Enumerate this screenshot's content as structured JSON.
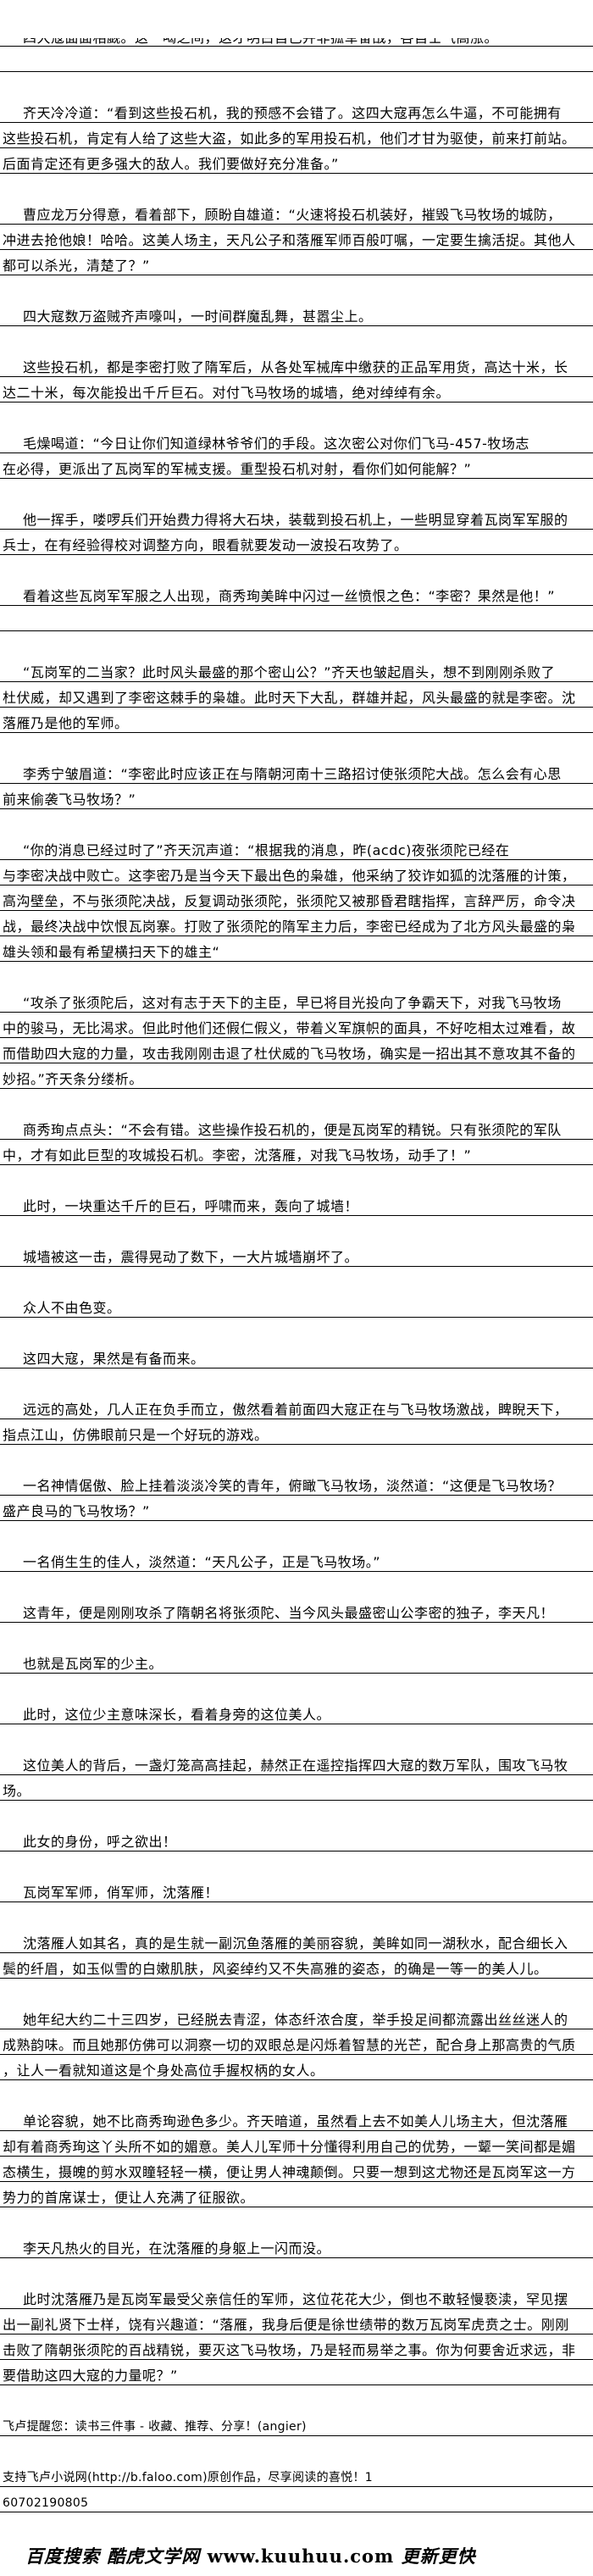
{
  "paragraphs": [
    {
      "indent": true,
      "clipped": true,
      "extra_blank": true,
      "lines": [
        "四大寇面面相觑。这一喝之间，这才明白自己并非孤军奋战，各自士气高涨。"
      ]
    },
    {
      "indent": true,
      "lines": [
        "齐天冷冷道：“看到这些投石机，我的预感不会错了。这四大寇再怎么牛逼，不可能拥有",
        "这些投石机，肯定有人给了这些大盗，如此多的军用投石机，他们才甘为驱使，前来打前站。",
        "后面肯定还有更多强大的敌人。我们要做好充分准备。”"
      ]
    },
    {
      "indent": true,
      "lines": [
        "曹应龙万分得意，看着部下，顾盼自雄道：“火速将投石机装好，摧毁飞马牧场的城防，",
        "冲进去抢他娘！哈哈。这美人场主，天凡公子和落雁军师百般叮嘱，一定要生擒活捉。其他人",
        "都可以杀光，清楚了？”"
      ]
    },
    {
      "indent": true,
      "lines": [
        "四大寇数万盗贼齐声嚎叫，一时间群魔乱舞，甚嚣尘上。"
      ]
    },
    {
      "indent": true,
      "lines": [
        "这些投石机，都是李密打败了隋军后，从各处军械库中缴获的正品军用货，高达十米，长",
        "达二十米，每次能投出千斤巨石。对付飞马牧场的城墙，绝对绰绰有余。"
      ]
    },
    {
      "indent": true,
      "lines": [
        "毛燥喝道：“今日让你们知道绿林爷爷们的手段。这次密公对你们飞马-457-牧场志",
        "在必得，更派出了瓦岗军的军械支援。重型投石机对射，看你们如何能解？”"
      ]
    },
    {
      "indent": true,
      "lines": [
        "他一挥手，喽啰兵们开始费力得将大石块，装载到投石机上，一些明显穿着瓦岗军军服的",
        "兵士，在有经验得校对调整方向，眼看就要发动一波投石攻势了。"
      ]
    },
    {
      "indent": true,
      "extra_blank": true,
      "lines": [
        "看着这些瓦岗军军服之人出现，商秀珣美眸中闪过一丝愤恨之色：“李密？果然是他！”"
      ]
    },
    {
      "indent": true,
      "lines": [
        "“瓦岗军的二当家？此时风头最盛的那个密山公？”齐天也皱起眉头，想不到刚刚杀败了",
        "杜伏威，却又遇到了李密这棘手的枭雄。此时天下大乱，群雄并起，风头最盛的就是李密。沈",
        "落雁乃是他的军师。"
      ]
    },
    {
      "indent": true,
      "lines": [
        "李秀宁皱眉道：“李密此时应该正在与隋朝河南十三路招讨使张须陀大战。怎么会有心思",
        "前来偷袭飞马牧场？”"
      ]
    },
    {
      "indent": true,
      "lines": [
        "“你的消息已经过时了”齐天沉声道：“根据我的消息，昨(acdc)夜张须陀已经在",
        "与李密决战中败亡。这李密乃是当今天下最出色的枭雄，他采纳了狡诈如狐的沈落雁的计策，",
        "高沟壁垒，不与张须陀决战，反复调动张须陀，张须陀又被那昏君瞎指挥，言辞严厉，命令决",
        "战，最终决战中饮恨瓦岗寨。打败了张须陀的隋军主力后，李密已经成为了北方风头最盛的枭",
        "雄头领和最有希望横扫天下的雄主“"
      ]
    },
    {
      "indent": true,
      "lines": [
        "“攻杀了张须陀后，这对有志于天下的主臣，早已将目光投向了争霸天下，对我飞马牧场",
        "中的骏马，无比渴求。但此时他们还假仁假义，带着义军旗帜的面具，不好吃相太过难看，故",
        "而借助四大寇的力量，攻击我刚刚击退了杜伏威的飞马牧场，确实是一招出其不意攻其不备的",
        "妙招。”齐天条分缕析。"
      ]
    },
    {
      "indent": true,
      "lines": [
        "商秀珣点点头：“不会有错。这些操作投石机的，便是瓦岗军的精锐。只有张须陀的军队",
        "中，才有如此巨型的攻城投石机。李密，沈落雁，对我飞马牧场，动手了！”"
      ]
    },
    {
      "indent": true,
      "lines": [
        "此时，一块重达千斤的巨石，呼啸而来，轰向了城墙！"
      ]
    },
    {
      "indent": true,
      "lines": [
        "城墙被这一击，震得晃动了数下，一大片城墙崩坏了。"
      ]
    },
    {
      "indent": true,
      "lines": [
        "众人不由色变。"
      ]
    },
    {
      "indent": true,
      "lines": [
        "这四大寇，果然是有备而来。"
      ]
    },
    {
      "indent": true,
      "lines": [
        "远远的高处，几人正在负手而立，傲然看着前面四大寇正在与飞马牧场激战，睥睨天下，",
        "指点江山，仿佛眼前只是一个好玩的游戏。"
      ]
    },
    {
      "indent": true,
      "lines": [
        "一名神情倨傲、脸上挂着淡淡冷笑的青年，俯瞰飞马牧场，淡然道：“这便是飞马牧场？",
        "盛产良马的飞马牧场？”"
      ]
    },
    {
      "indent": true,
      "lines": [
        "一名俏生生的佳人，淡然道：“天凡公子，正是飞马牧场。”"
      ]
    },
    {
      "indent": true,
      "lines": [
        "这青年，便是刚刚攻杀了隋朝名将张须陀、当今风头最盛密山公李密的独子，李天凡！"
      ]
    },
    {
      "indent": true,
      "lines": [
        "也就是瓦岗军的少主。"
      ]
    },
    {
      "indent": true,
      "lines": [
        "此时，这位少主意味深长，看着身旁的这位美人。"
      ]
    },
    {
      "indent": true,
      "lines": [
        "这位美人的背后，一盏灯笼高高挂起，赫然正在遥控指挥四大寇的数万军队，围攻飞马牧",
        "场。"
      ]
    },
    {
      "indent": true,
      "lines": [
        "此女的身份，呼之欲出！"
      ]
    },
    {
      "indent": true,
      "lines": [
        "瓦岗军军师，俏军师，沈落雁！"
      ]
    },
    {
      "indent": true,
      "lines": [
        "沈落雁人如其名，真的是生就一副沉鱼落雁的美丽容貌，美眸如同一湖秋水，配合细长入",
        "鬓的纤眉，如玉似雪的白嫩肌肤，风姿绰约又不失高雅的姿态，的确是一等一的美人儿。"
      ]
    },
    {
      "indent": true,
      "lines": [
        "她年纪大约二十三四岁，已经脱去青涩，体态纤浓合度，举手投足间都流露出丝丝迷人的",
        "成熟韵味。而且她那仿佛可以洞察一切的双眼总是闪烁着智慧的光芒，配合身上那高贵的气质",
        "，让人一看就知道这是个身处高位手握权柄的女人。"
      ]
    },
    {
      "indent": true,
      "lines": [
        "单论容貌，她不比商秀珣逊色多少。齐天暗道，虽然看上去不如美人儿场主大，但沈落雁",
        "却有着商秀珣这丫头所不如的媚意。美人儿军师十分懂得利用自己的优势，一颦一笑间都是媚",
        "态横生，摄魄的剪水双瞳轻轻一横，便让男人神魂颠倒。只要一想到这尤物还是瓦岗军这一方",
        "势力的首席谋士，便让人充满了征服欲。"
      ]
    },
    {
      "indent": true,
      "lines": [
        "李天凡热火的目光，在沈落雁的身躯上一闪而没。"
      ]
    },
    {
      "indent": true,
      "lines": [
        "此时沈落雁乃是瓦岗军最受父亲信任的军师，这位花花大少，倒也不敢轻慢亵渎，罕见摆",
        "出一副礼贤下士样，饶有兴趣道：“落雁，我身后便是徐世绩带的数万瓦岗军虎贲之士。刚刚",
        "击败了隋朝张须陀的百战精锐，要灭这飞马牧场，乃是轻而易举之事。你为何要舍近求远，非",
        "要借助这四大寇的力量呢？”"
      ]
    },
    {
      "indent": false,
      "small": true,
      "lines": [
        "飞卢提醒您：读书三件事 - 收藏、推荐、分享！(angier)"
      ]
    },
    {
      "indent": false,
      "small": true,
      "tight": true,
      "lines": [
        "支持飞卢小说网(http://b.faloo.com)原创作品，尽享阅读的喜悦！1",
        "60702190805"
      ]
    }
  ],
  "logo": {
    "search": "百度搜索",
    "site_name": "酷虎文学网",
    "url": "www.kuuhuu.com",
    "slogan": "更新更快"
  }
}
